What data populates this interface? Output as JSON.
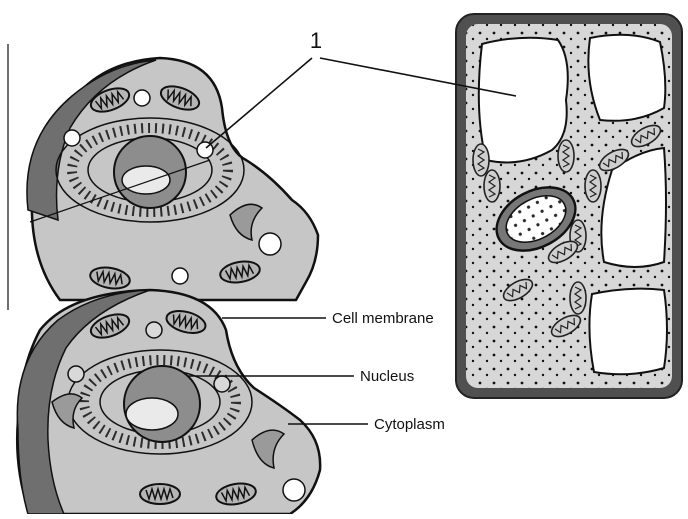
{
  "callout_number": "1",
  "labels": {
    "cell_membrane": "Cell membrane",
    "nucleus": "Nucleus",
    "cytoplasm": "Cytoplasm"
  },
  "colors": {
    "cell_wall_dark": "#5a5a5a",
    "cytoplasm_gray": "#c8c8c8",
    "vacuole_white": "#ffffff",
    "ink": "#111111",
    "nucleolus": "#e8e8e8",
    "nucleus_gray": "#8a8a8a"
  }
}
